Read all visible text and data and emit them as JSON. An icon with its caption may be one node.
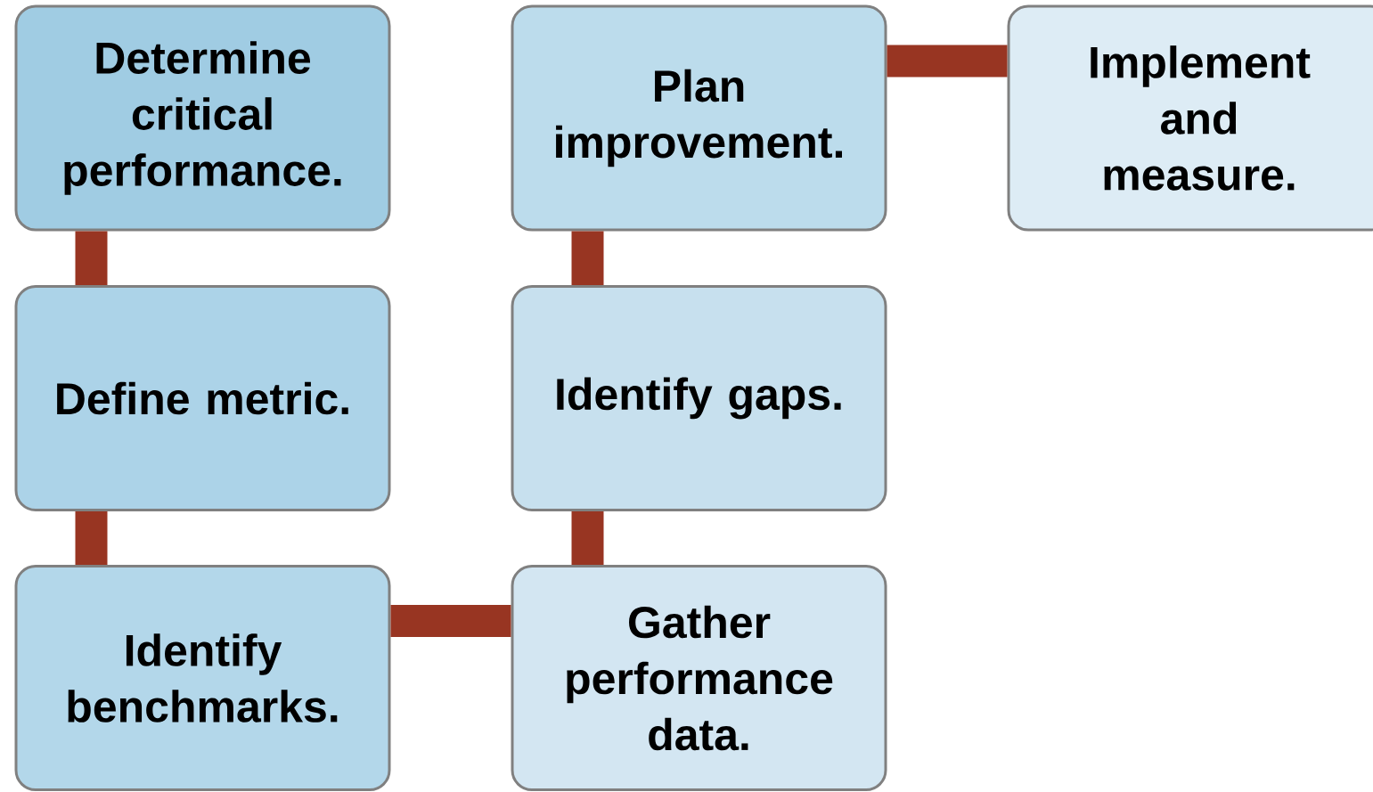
{
  "diagram": {
    "nodes": [
      {
        "text": [
          "Determine critical performance."
        ]
      },
      {
        "text": [
          "Define metric."
        ]
      },
      {
        "text": [
          "Identify benchmarks."
        ]
      },
      {
        "text": [
          "Gather performance data."
        ]
      },
      {
        "text": [
          "Identify gaps."
        ]
      },
      {
        "text": [
          "Plan improvement."
        ]
      },
      {
        "text": [
          "Implement and measure."
        ]
      }
    ],
    "edges": [
      {
        "from": 0,
        "to": 1,
        "arrow": "none"
      },
      {
        "from": 1,
        "to": 2,
        "arrow": "none"
      },
      {
        "from": 2,
        "to": 3,
        "arrow": "none"
      },
      {
        "from": 3,
        "to": 4,
        "arrow": "none"
      },
      {
        "from": 4,
        "to": 5,
        "arrow": "none"
      },
      {
        "from": 5,
        "to": 6,
        "arrow": "none"
      }
    ]
  }
}
